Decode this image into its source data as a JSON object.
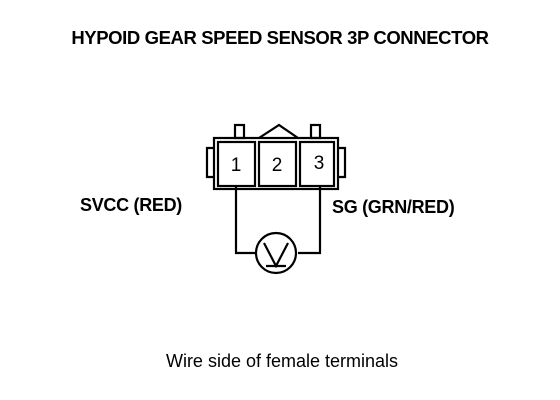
{
  "title": "HYPOID GEAR SPEED SENSOR 3P CONNECTOR",
  "connector": {
    "terminals": [
      "1",
      "2",
      "3"
    ]
  },
  "wires": {
    "left_label": "SVCC (RED)",
    "right_label": "SG (GRN/RED)"
  },
  "meter": {
    "symbol": "V",
    "icon": "voltmeter-icon"
  },
  "caption": "Wire side of female terminals"
}
